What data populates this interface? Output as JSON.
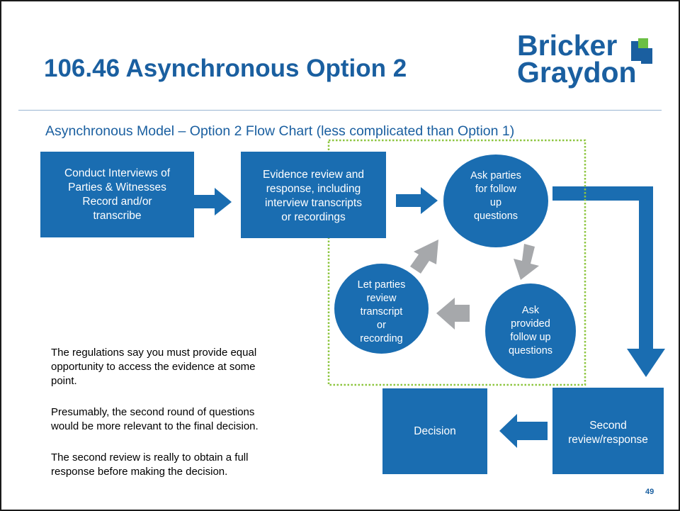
{
  "slide": {
    "title": "106.46 Asynchronous Option 2",
    "subtitle": "Asynchronous Model – Option 2 Flow Chart (less complicated than Option 1)",
    "page_number": "49",
    "logo": {
      "line1": "Bricker",
      "line2": "Graydon",
      "mark_icon": "bricker-graydon-logo-mark"
    }
  },
  "flow": {
    "conduct": "Conduct Interviews of\nParties & Witnesses\n Record and/or\ntranscribe",
    "evidence": "Evidence review and\nresponse, including\ninterview transcripts\nor recordings",
    "ask_parties": "Ask parties\nfor follow\nup\nquestions",
    "ask_provided": "Ask\nprovided\nfollow up\nquestions",
    "let_parties": "Let parties\nreview\ntranscript\nor\nrecording",
    "second_review": "Second\nreview/response",
    "decision": "Decision"
  },
  "notes": {
    "p1": "The regulations say you must provide equal\nopportunity to access the evidence at some\npoint.",
    "p2": "Presumably, the second round of questions\nwould be more relevant to the final decision.",
    "p3": "The second review is really to obtain a full\nresponse before making the decision."
  },
  "colors": {
    "primary": "#1a6db1",
    "title": "#1a5fa0",
    "gray_arrow": "#a6a8ab",
    "dotted_border": "#8dc63f"
  }
}
